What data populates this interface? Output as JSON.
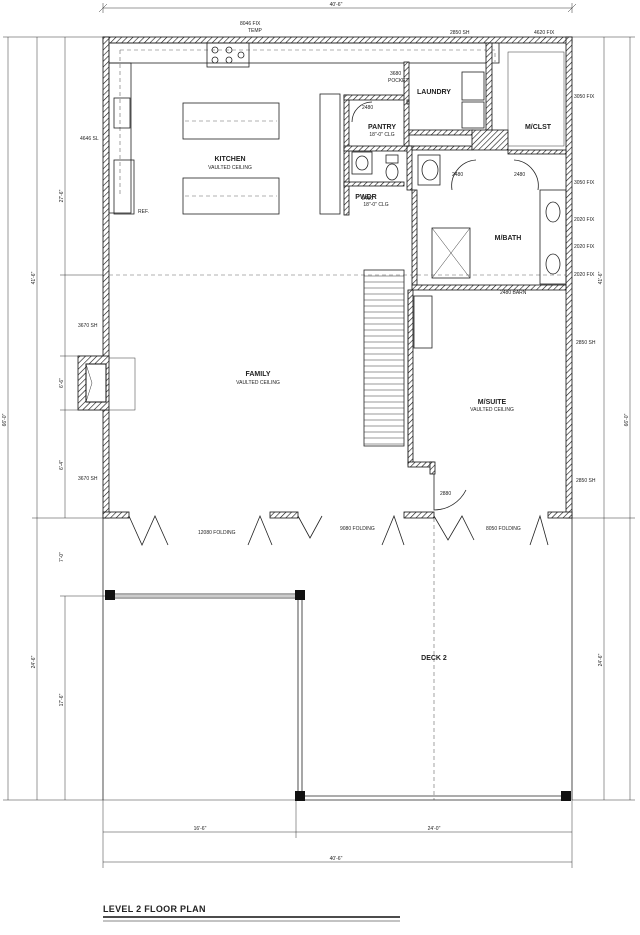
{
  "title": "LEVEL 2 FLOOR PLAN",
  "rooms": {
    "kitchen": {
      "name": "KITCHEN",
      "note": "VAULTED CEILING"
    },
    "family": {
      "name": "FAMILY",
      "note": "VAULTED CEILING"
    },
    "msuite": {
      "name": "M/SUITE",
      "note": "VAULTED CEILING"
    },
    "laundry": {
      "name": "LAUNDRY"
    },
    "pantry": {
      "name": "PANTRY",
      "note": "18\"-0\" CLG"
    },
    "pwdr": {
      "name": "PWDR",
      "note": "18\"-0\" CLG"
    },
    "mclst": {
      "name": "M/CLST"
    },
    "mbath": {
      "name": "M/BATH"
    },
    "deck": {
      "name": "DECK 2"
    }
  },
  "labels": {
    "win_top_kitchen": "8046 FIX",
    "win_top_kitchen_sub": "TEMP",
    "win_top_2850": "2850 SH",
    "win_top_4620": "4620 FIX",
    "door_3680_pocket": "3680",
    "door_3680_pocket_sub": "POCKET",
    "door_pantry": "2480",
    "door_pwdr": "2480",
    "door_mbath_left": "2480",
    "door_mbath_right": "2480",
    "door_barn": "2480 BARN",
    "door_msuite": "2880",
    "win_left_4646": "4646 SL",
    "fridge": "REF.",
    "win_left_3670_upper": "3670 SH",
    "win_left_3670_lower": "3670 SH",
    "win_right_3050_a": "3050 FIX",
    "win_right_3050_b": "3050 FIX",
    "win_right_2020_a": "2020 FIX",
    "win_right_2020_b": "2020 FIX",
    "win_right_2020_c": "2020 FIX",
    "win_right_2850_a": "2850 SH",
    "win_right_2850_b": "2850 SH",
    "door_12080": "12080 FOLDING",
    "door_9080": "9080 FOLDING",
    "door_8050": "8050 FOLDING"
  },
  "dimensions": {
    "top_overall": "40'-6\"",
    "bottom_left": "16'-6\"",
    "bottom_right": "24'-0\"",
    "bottom_overall": "40'-6\"",
    "left_inner_top": "27'-6\"",
    "left_inner_fireplace": "6'-6\"",
    "left_inner_lower": "6'-4\"",
    "left_middle": "41'-6\"",
    "left_outer": "66'-0\"",
    "left_deck_upper": "7'-0\"",
    "left_deck_mid": "24'-6\"",
    "left_deck_lower": "17'-6\"",
    "right_upper": "41'-6\"",
    "right_outer": "66'-0\"",
    "right_deck": "24'-6\""
  }
}
